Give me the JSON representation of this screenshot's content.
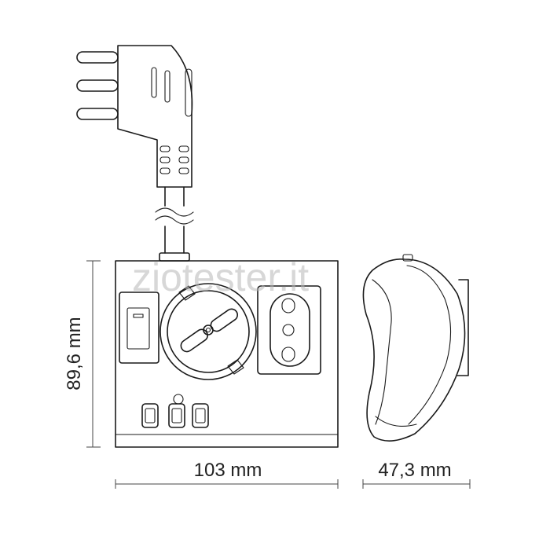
{
  "watermark": "ziotester.it",
  "dimensions": {
    "height_label": "89,6 mm",
    "width_label": "103 mm",
    "depth_label": "47,3 mm"
  },
  "colors": {
    "line": "#1a1a1a",
    "watermark": "#b8b8b8",
    "background": "#ffffff"
  }
}
